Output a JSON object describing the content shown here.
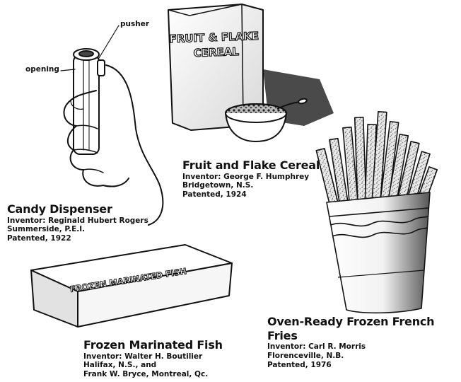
{
  "callouts": {
    "pusher": "pusher",
    "opening": "opening"
  },
  "artwork_text": {
    "cereal_box_line1": "FRUIT & FLAKE",
    "cereal_box_line2": "CEREAL",
    "fish_box": "FROZEN MARINATED FISH"
  },
  "inventions": [
    {
      "title": "Candy Dispenser",
      "lines": [
        "Inventor: Reginald Hubert Rogers",
        "Summerside, P.E.I.",
        "Patented, 1922"
      ]
    },
    {
      "title": "Fruit and Flake Cereal",
      "lines": [
        "Inventor: George F. Humphrey",
        "Bridgetown, N.S.",
        "Patented, 1924"
      ]
    },
    {
      "title": "Frozen Marinated Fish",
      "lines": [
        "Inventor: Walter H. Boutilier",
        "Halifax, N.S., and",
        "Frank W. Bryce, Montreal, Qc."
      ]
    },
    {
      "title": "Oven-Ready Frozen French Fries",
      "lines": [
        "Inventor: Carl R. Morris",
        "Florenceville, N.B.",
        "Patented, 1976"
      ]
    }
  ]
}
